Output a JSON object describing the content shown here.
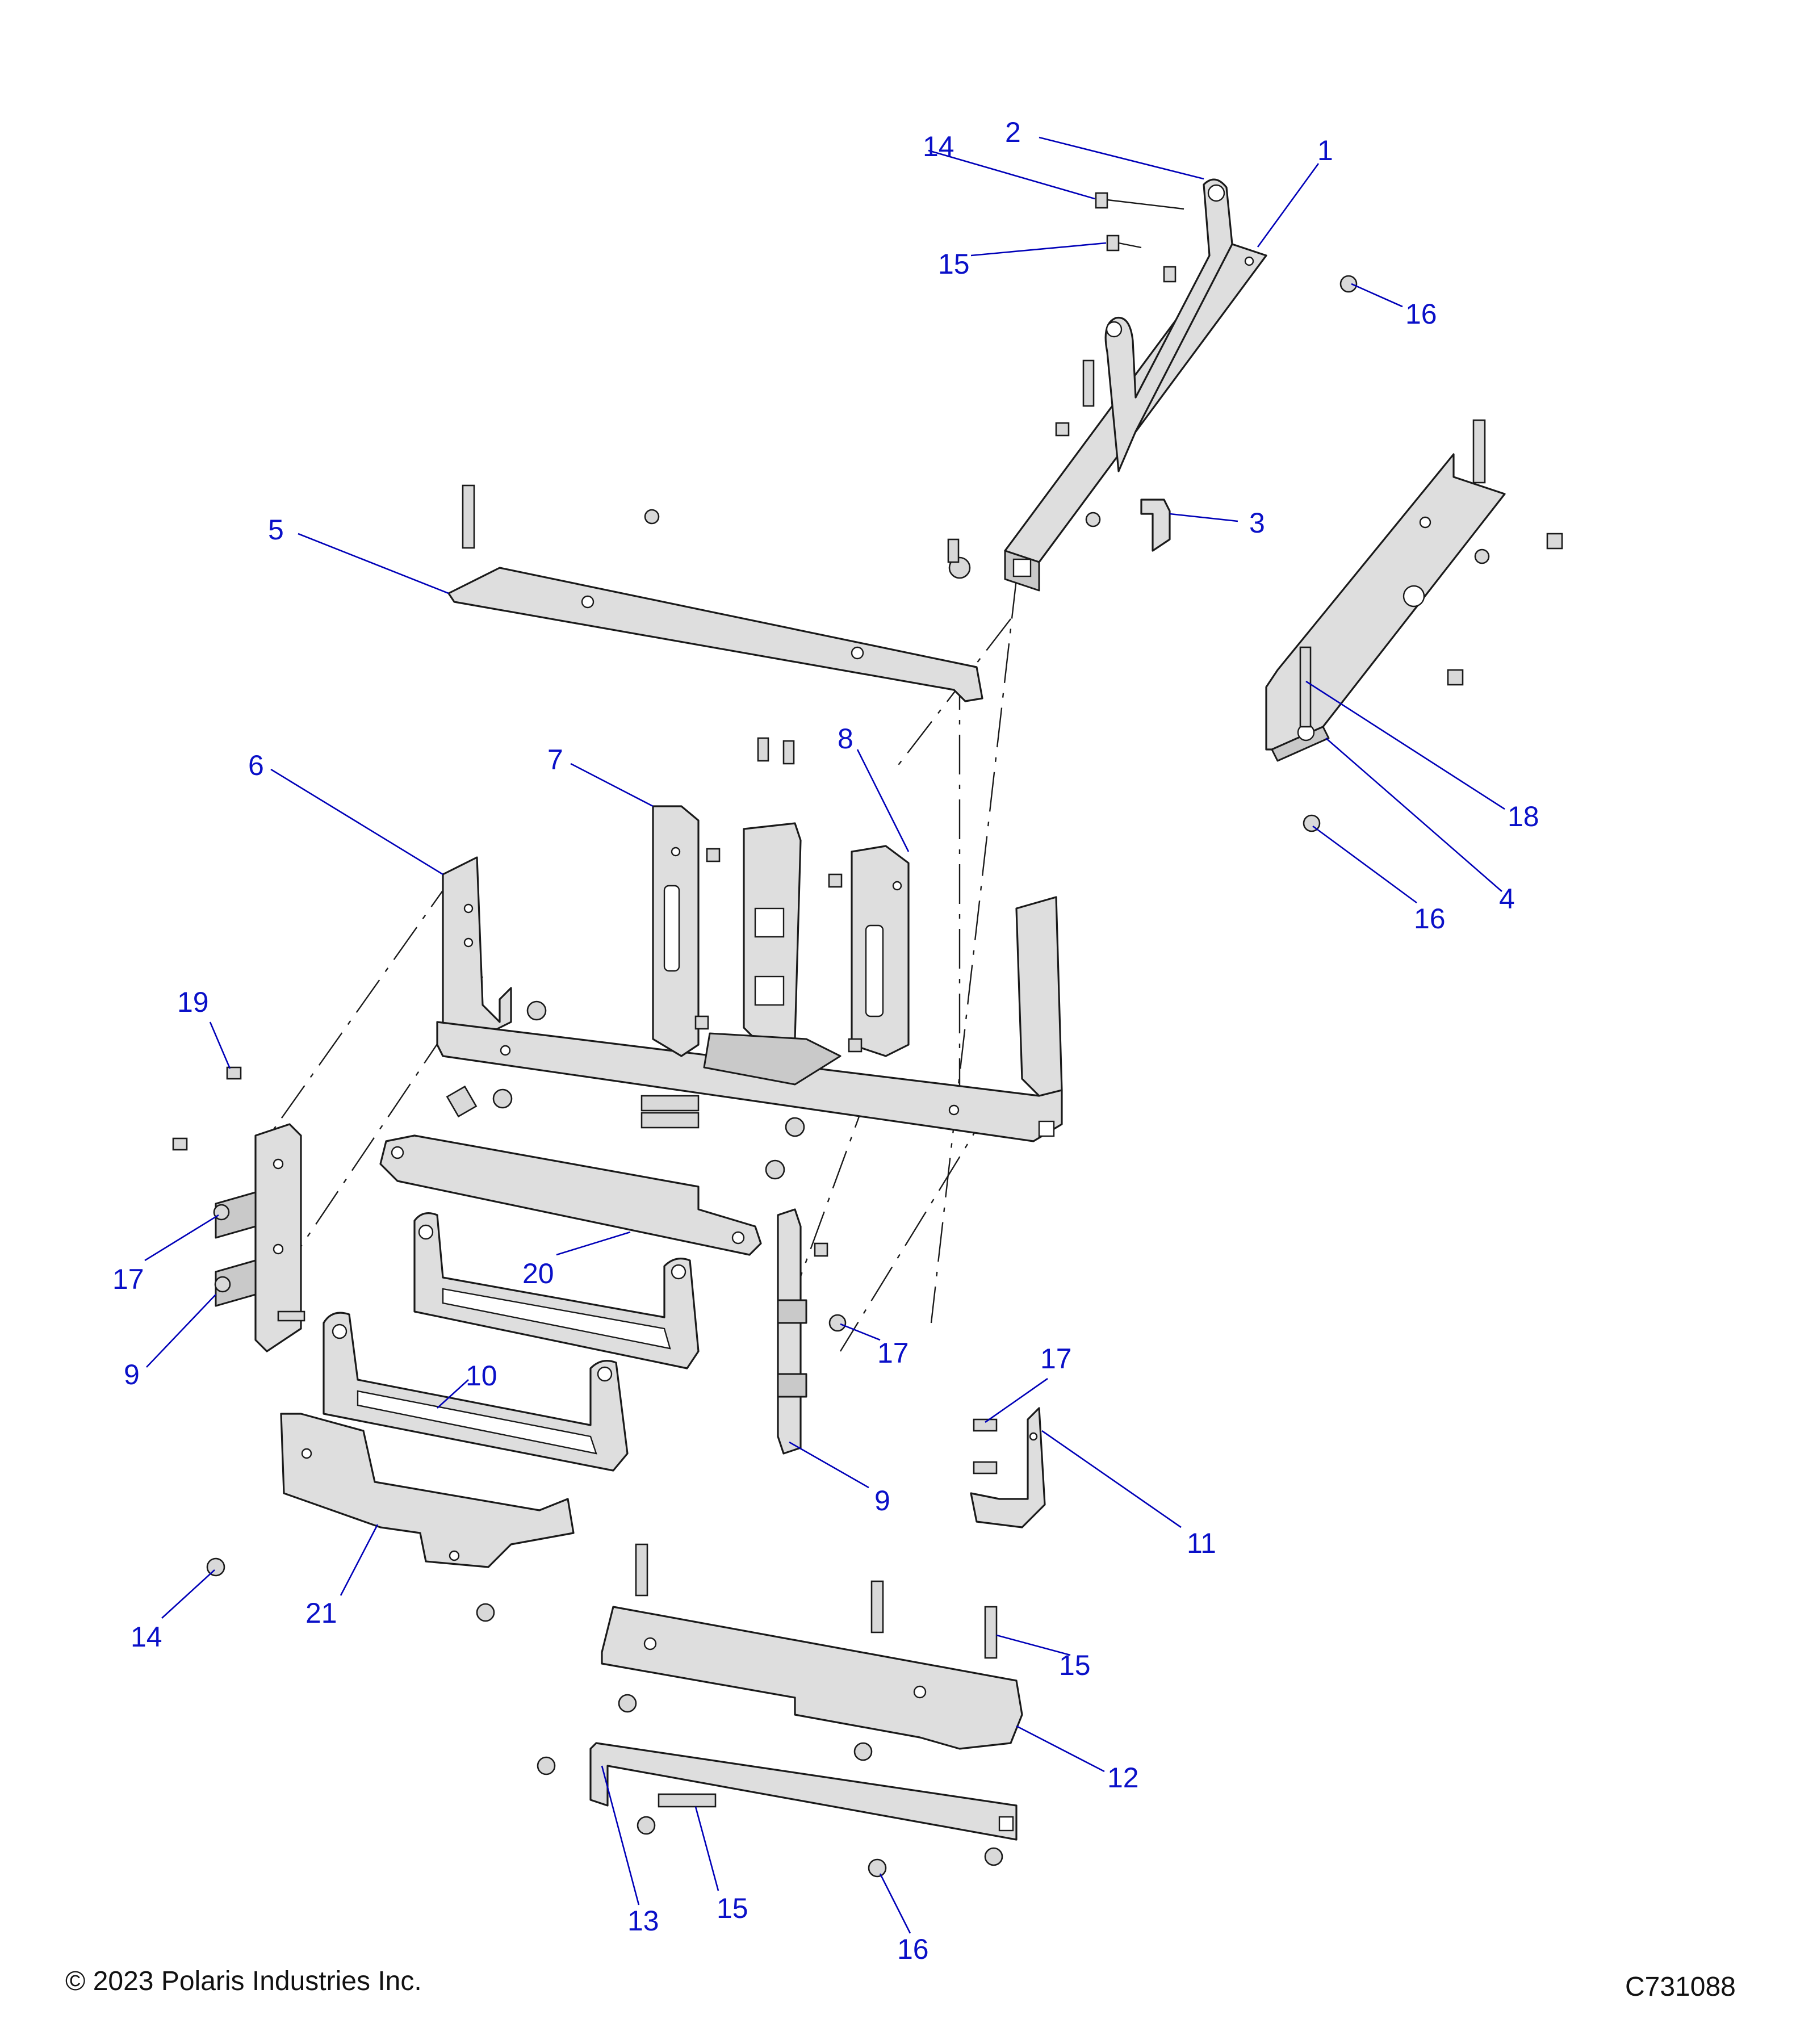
{
  "callouts": [
    {
      "id": "c1",
      "label": "1"
    },
    {
      "id": "c2",
      "label": "2"
    },
    {
      "id": "c3",
      "label": "3"
    },
    {
      "id": "c4",
      "label": "4"
    },
    {
      "id": "c5",
      "label": "5"
    },
    {
      "id": "c6",
      "label": "6"
    },
    {
      "id": "c7",
      "label": "7"
    },
    {
      "id": "c8",
      "label": "8"
    },
    {
      "id": "c9a",
      "label": "9"
    },
    {
      "id": "c9b",
      "label": "9"
    },
    {
      "id": "c10",
      "label": "10"
    },
    {
      "id": "c11",
      "label": "11"
    },
    {
      "id": "c12",
      "label": "12"
    },
    {
      "id": "c13",
      "label": "13"
    },
    {
      "id": "c14a",
      "label": "14"
    },
    {
      "id": "c14b",
      "label": "14"
    },
    {
      "id": "c15a",
      "label": "15"
    },
    {
      "id": "c15b",
      "label": "15"
    },
    {
      "id": "c15c",
      "label": "15"
    },
    {
      "id": "c16a",
      "label": "16"
    },
    {
      "id": "c16b",
      "label": "16"
    },
    {
      "id": "c16c",
      "label": "16"
    },
    {
      "id": "c17a",
      "label": "17"
    },
    {
      "id": "c17b",
      "label": "17"
    },
    {
      "id": "c17c",
      "label": "17"
    },
    {
      "id": "c18",
      "label": "18"
    },
    {
      "id": "c19",
      "label": "19"
    },
    {
      "id": "c20",
      "label": "20"
    },
    {
      "id": "c21",
      "label": "21"
    }
  ],
  "footer": {
    "copyright": "© 2023 Polaris Industries Inc.",
    "figure_id": "C731088"
  }
}
